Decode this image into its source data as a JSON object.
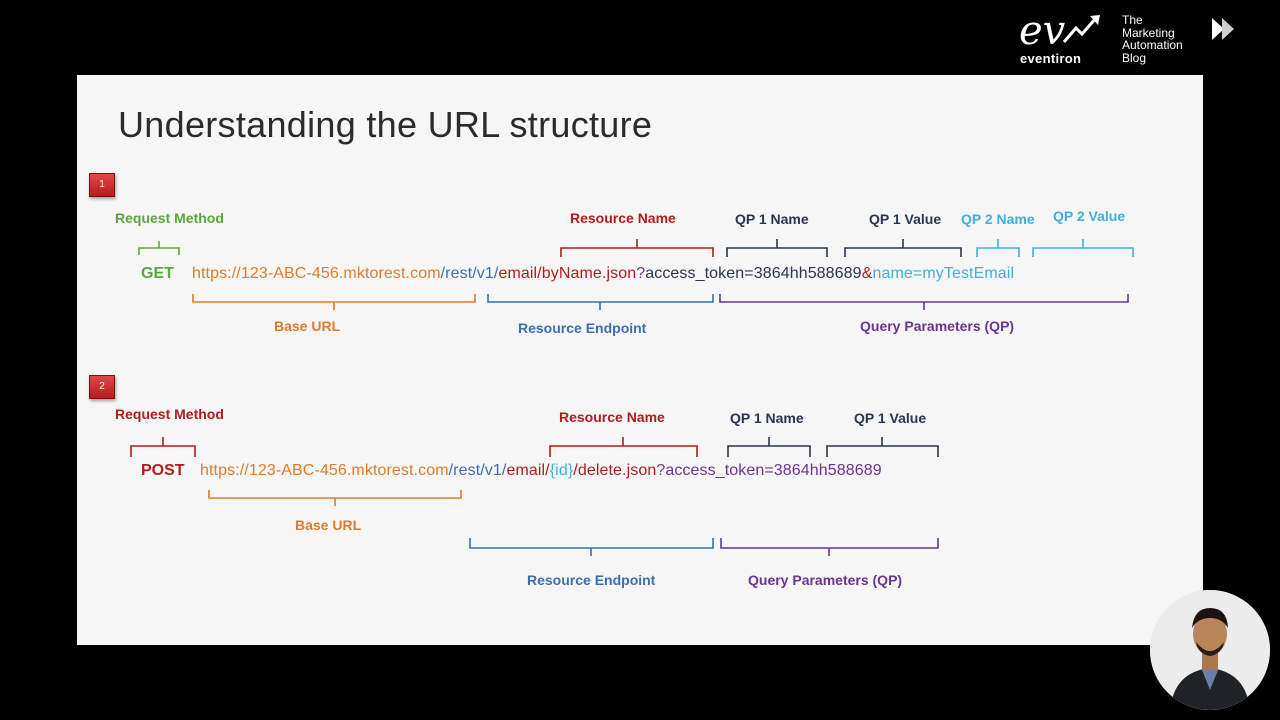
{
  "branding": {
    "logo_script": "ev",
    "logo_word": "eventiron",
    "tagline": [
      "The",
      "Marketing",
      "Automation",
      "Blog"
    ]
  },
  "slide": {
    "title": "Understanding the URL structure"
  },
  "example1": {
    "badge": "1",
    "labels": {
      "request_method": "Request Method",
      "resource_name": "Resource Name",
      "qp1_name": "QP 1 Name",
      "qp1_value": "QP 1 Value",
      "qp2_name": "QP 2 Name",
      "qp2_value": "QP 2 Value",
      "base_url": "Base URL",
      "resource_endpoint": "Resource Endpoint",
      "query_parameters": "Query Parameters (QP)"
    },
    "method": "GET",
    "url_parts": {
      "base": "https://123-ABC-456.mktorest.com",
      "path": "/rest/v1/",
      "resource": "email/byName.json",
      "qmark": "?",
      "qp1": "access_token=3864hh588689",
      "amp": "&",
      "qp2": "name=myTestEmail"
    }
  },
  "example2": {
    "badge": "2",
    "labels": {
      "request_method": "Request Method",
      "resource_name": "Resource Name",
      "qp1_name": "QP 1 Name",
      "qp1_value": "QP 1 Value",
      "base_url": "Base URL",
      "resource_endpoint": "Resource Endpoint",
      "query_parameters": "Query Parameters (QP)"
    },
    "method": "POST",
    "url_parts": {
      "base": "https://123-ABC-456.mktorest.com",
      "path": "/rest/v1/",
      "resource_a": "email/",
      "id": "{id}",
      "resource_b": "/delete.json",
      "query": "?access_token=3864hh588689"
    }
  },
  "colors": {
    "green": "#5aa83c",
    "orange": "#e07b2a",
    "blue": "#3b6fb0",
    "red": "#b01c1c",
    "navy": "#2a3550",
    "cyan": "#3fb0dc",
    "purple": "#6a3591"
  }
}
